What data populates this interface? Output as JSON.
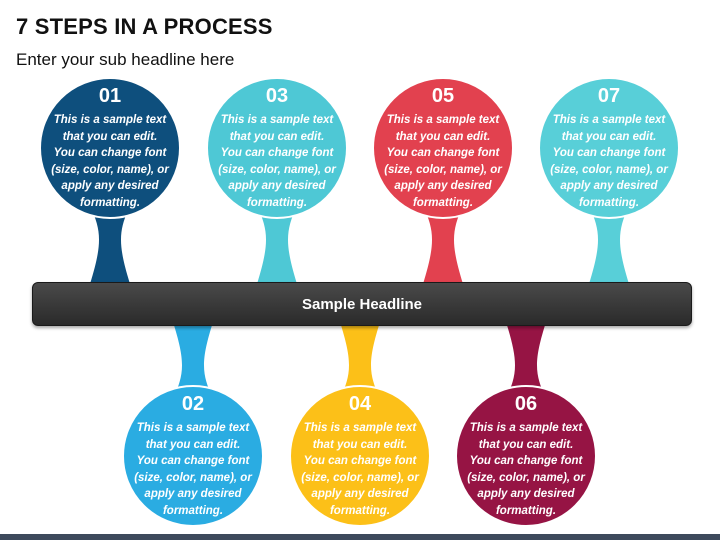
{
  "title": "7 STEPS IN A PROCESS",
  "subtitle": "Enter your sub headline here",
  "headline": "Sample Headline",
  "steps": [
    {
      "number": "01",
      "position": "top",
      "color": "#0e4f7d",
      "lines": [
        "This is a sample text",
        "that you can edit.",
        "You can change font",
        "(size, color, name), or",
        "apply any desired",
        "formatting."
      ]
    },
    {
      "number": "02",
      "position": "bottom",
      "color": "#2aace2",
      "lines": [
        "This is a sample text",
        "that you can edit.",
        "You can change font",
        "(size, color, name), or",
        "apply any desired",
        "formatting."
      ]
    },
    {
      "number": "03",
      "position": "top",
      "color": "#4ec8d5",
      "lines": [
        "This is a sample text",
        "that you can edit.",
        "You can change font",
        "(size, color, name), or",
        "apply any desired",
        "formatting."
      ]
    },
    {
      "number": "04",
      "position": "bottom",
      "color": "#fcc018",
      "lines": [
        "This is a sample text",
        "that you can edit.",
        "You can change font",
        "(size, color, name), or",
        "apply any desired",
        "formatting."
      ]
    },
    {
      "number": "05",
      "position": "top",
      "color": "#e2414f",
      "lines": [
        "This is a sample text",
        "that you can edit.",
        "You can change font",
        "(size, color, name), or",
        "apply any desired",
        "formatting."
      ]
    },
    {
      "number": "06",
      "position": "bottom",
      "color": "#961444",
      "lines": [
        "This is a sample text",
        "that you can edit.",
        "You can change font",
        "(size, color, name), or",
        "apply any desired",
        "formatting."
      ]
    },
    {
      "number": "07",
      "position": "top",
      "color": "#58cfd8",
      "lines": [
        "This is a sample text",
        "that you can edit.",
        "You can change font",
        "(size, color, name), or",
        "apply any desired",
        "formatting."
      ]
    }
  ]
}
